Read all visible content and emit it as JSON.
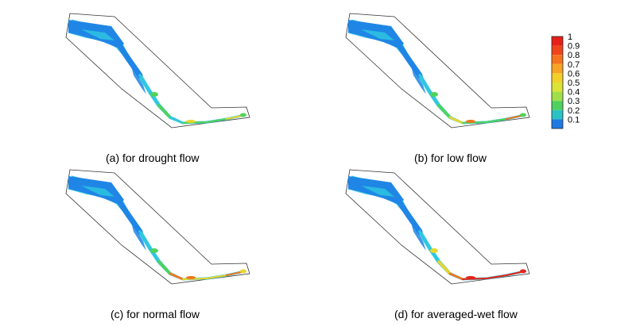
{
  "panels": [
    {
      "id": "a",
      "caption": "(a)  for  drought  flow"
    },
    {
      "id": "b",
      "caption": "(b)  for  low  flow"
    },
    {
      "id": "c",
      "caption": "(c)  for  normal  flow"
    },
    {
      "id": "d",
      "caption": "(d)  for  averaged-wet  flow"
    }
  ],
  "legend": {
    "levels": [
      "1",
      "0.9",
      "0.8",
      "0.7",
      "0.6",
      "0.5",
      "0.4",
      "0.3",
      "0.2",
      "0.1"
    ],
    "colors": [
      "#e8201a",
      "#f0441c",
      "#f5741e",
      "#f7a424",
      "#f3cf2a",
      "#d9e437",
      "#9fe04a",
      "#4fd15f",
      "#29c3c6",
      "#1e7ae3"
    ]
  },
  "colors": {
    "outline": "#333333",
    "river_blue": "#1f86e6",
    "river_cyan": "#2ec7e0",
    "river_green": "#50d25a",
    "river_yellow": "#e8d62c",
    "river_orange": "#f0761e",
    "river_red": "#e4261c"
  }
}
